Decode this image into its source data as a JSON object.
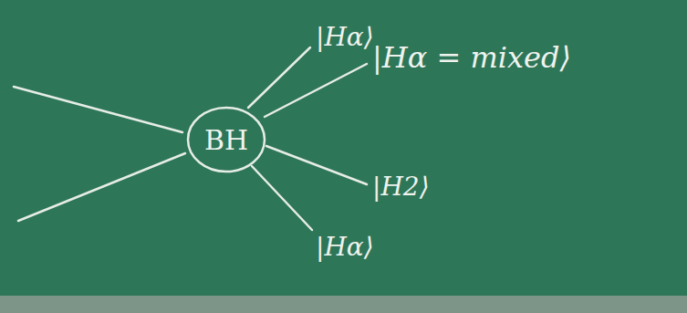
{
  "diagram": {
    "nodes": [
      {
        "text": [
          "BH"
        ]
      }
    ],
    "labels": [
      "|Hα⟩",
      "|Hα = mixed⟩",
      "|H2⟩",
      "|Hα⟩"
    ]
  }
}
